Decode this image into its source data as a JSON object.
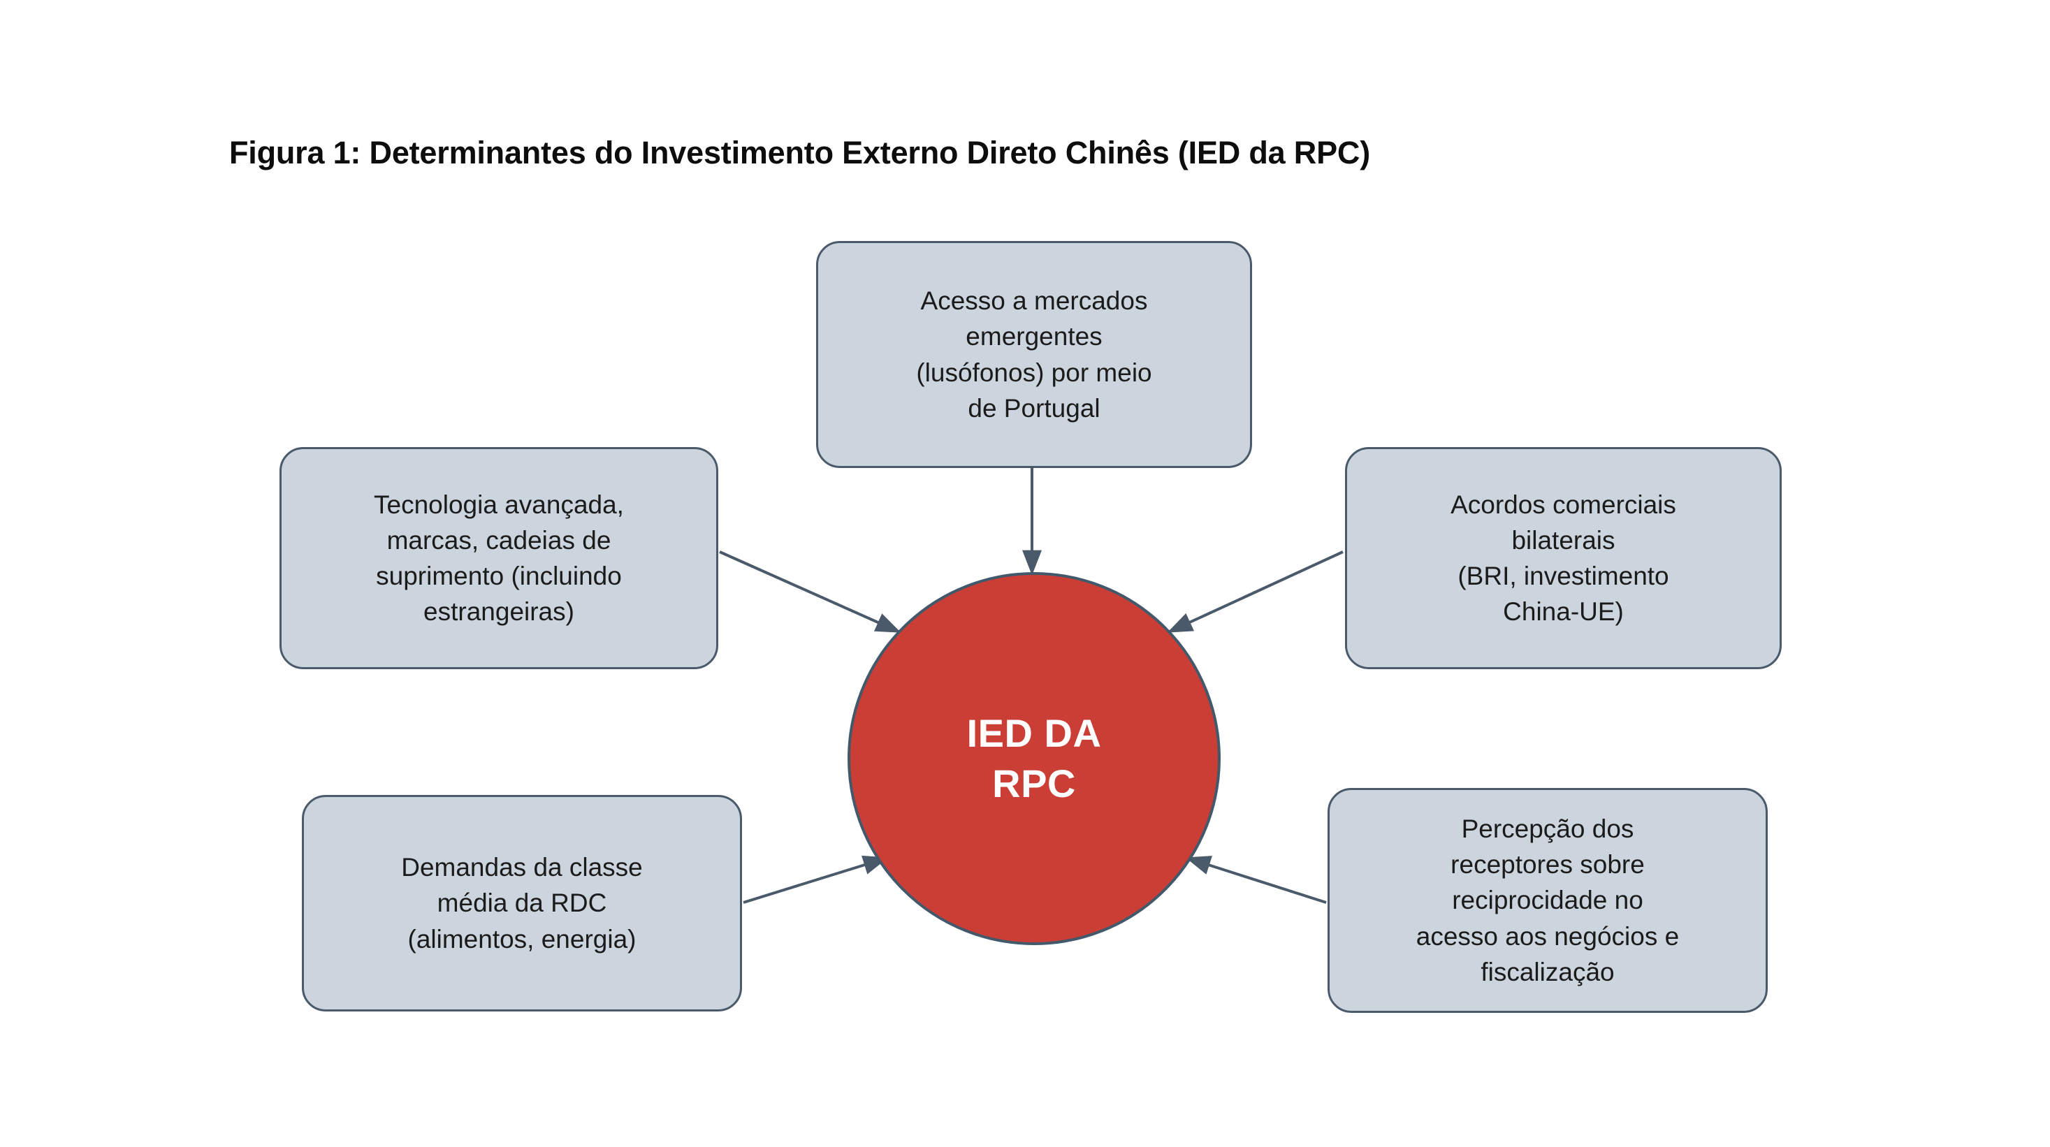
{
  "figure": {
    "title": "Figura 1: Determinantes do Investimento Externo Direto Chinês (IED da RPC)",
    "background_color": "#ffffff"
  },
  "hub": {
    "label": "IED DA\nRPC",
    "fill_color": "#cb3e36",
    "stroke_color": "#42596b",
    "text_color": "#ffffff"
  },
  "style": {
    "box_fill": "#ccd5dd",
    "box_stroke": "#4a5a6a",
    "connector_color": "#4a5a6a",
    "text_color": "#1b1b1b"
  },
  "nodes": [
    {
      "id": "mercados-emergentes",
      "label": "Acesso a mercados\nemergentes\n(lusófonos) por meio\nde Portugal",
      "position": "top"
    },
    {
      "id": "tecnologia-avancada",
      "label": "Tecnologia avançada,\nmarcas, cadeias de\nsuprimento (incluindo\nestrangeiras)",
      "position": "left-top"
    },
    {
      "id": "acordos-comerciais",
      "label": "Acordos comerciais\nbilaterais\n(BRI, investimento\nChina-UE)",
      "position": "right-top"
    },
    {
      "id": "demandas-classe-media",
      "label": "Demandas da classe\nmédia da RDC\n(alimentos, energia)",
      "position": "left-bottom"
    },
    {
      "id": "percepcao-receptores",
      "label": "Percepção dos\nreceptores sobre\nreciprocidade no\nacesso aos negócios e\nfiscalização",
      "position": "right-bottom"
    }
  ],
  "connectors": [
    {
      "from": "mercados-emergentes",
      "to": "hub",
      "direction": "down"
    },
    {
      "from": "tecnologia-avancada",
      "to": "hub",
      "direction": "down-right"
    },
    {
      "from": "acordos-comerciais",
      "to": "hub",
      "direction": "down-left"
    },
    {
      "from": "demandas-classe-media",
      "to": "hub",
      "direction": "up-right"
    },
    {
      "from": "percepcao-receptores",
      "to": "hub",
      "direction": "up-left"
    }
  ]
}
